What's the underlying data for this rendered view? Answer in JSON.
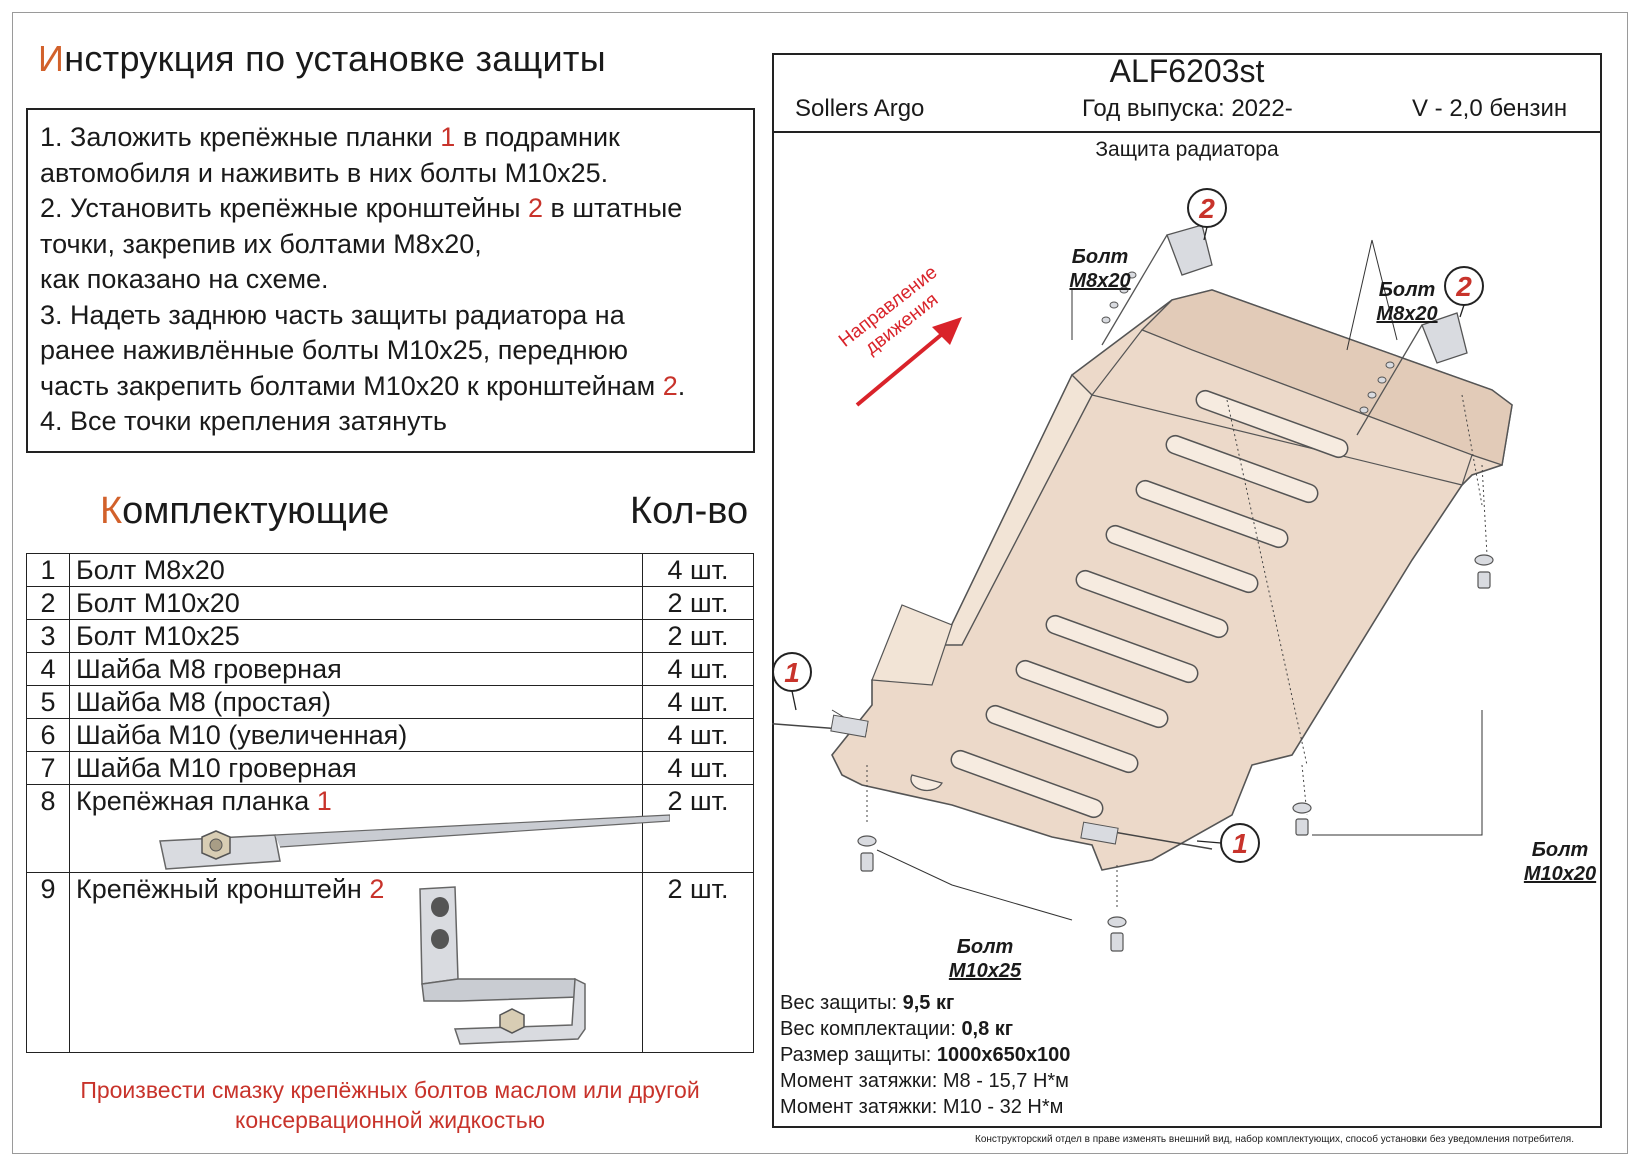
{
  "instructions": {
    "title_first": "И",
    "title_rest": "нструкция по установке защиты",
    "steps": [
      {
        "parts": [
          "1. Заложить крепёжные планки ",
          "1",
          " в подрамник"
        ]
      },
      {
        "parts": [
          "автомобиля и наживить в них болты М10х25.",
          "",
          ""
        ]
      },
      {
        "parts": [
          "2. Установить крепёжные кронштейны ",
          "2",
          " в штатные"
        ]
      },
      {
        "parts": [
          "точки, закрепив их болтами М8х20,",
          "",
          ""
        ]
      },
      {
        "parts": [
          "как показано на схеме.",
          "",
          ""
        ]
      },
      {
        "parts": [
          "3. Надеть заднюю часть защиты радиатора на",
          "",
          ""
        ]
      },
      {
        "parts": [
          "ранее наживлённые болты М10х25, переднюю",
          "",
          ""
        ]
      },
      {
        "parts": [
          "часть закрепить болтами М10х20 к кронштейнам ",
          "2",
          "."
        ]
      },
      {
        "parts": [
          "4. Все точки крепления затянуть",
          "",
          ""
        ]
      }
    ]
  },
  "kit": {
    "title_first": "К",
    "title_rest": "омплектующие",
    "qty_header": "Кол-во",
    "items": [
      {
        "n": "1",
        "name": "Болт М8х20",
        "ref": "",
        "qty": "4 шт."
      },
      {
        "n": "2",
        "name": "Болт М10х20",
        "ref": "",
        "qty": "2 шт."
      },
      {
        "n": "3",
        "name": "Болт М10х25",
        "ref": "",
        "qty": "2 шт."
      },
      {
        "n": "4",
        "name": "Шайба М8 гроверная",
        "ref": "",
        "qty": "4 шт."
      },
      {
        "n": "5",
        "name": "Шайба М8 (простая)",
        "ref": "",
        "qty": "4 шт."
      },
      {
        "n": "6",
        "name": "Шайба М10 (увеличенная)",
        "ref": "",
        "qty": "4 шт."
      },
      {
        "n": "7",
        "name": "Шайба М10 гроверная",
        "ref": "",
        "qty": "4 шт."
      },
      {
        "n": "8",
        "name": "Крепёжная планка ",
        "ref": "1",
        "qty": "2 шт."
      },
      {
        "n": "9",
        "name": "Крепёжный кронштейн ",
        "ref": "2",
        "qty": "2 шт."
      }
    ],
    "note_line1": "Произвести смазку крепёжных болтов маслом или другой",
    "note_line2": "консервационной жидкостью"
  },
  "product": {
    "code": "ALF6203st",
    "car": "Sollers Argo",
    "year": "Год выпуска: 2022-",
    "engine": "V - 2,0 бензин",
    "subtitle": "Защита радиатора"
  },
  "diagram": {
    "direction_line1": "Направление",
    "direction_line2": "движения",
    "callout_1": "1",
    "callout_2": "2",
    "bolt_word": "Болт",
    "m8x20": "М8х20",
    "m10x20": "М10х20",
    "m10x25": "М10х25"
  },
  "specs": {
    "weight_label": "Вес защиты: ",
    "weight_value": "9,5 кг",
    "kit_weight_label": "Вес комплектации: ",
    "kit_weight_value": "0,8 кг",
    "size_label": "Размер защиты: ",
    "size_value": "1000х650х100",
    "torque_m8": "Момент затяжки: М8 - 15,7 Н*м",
    "torque_m10": "Момент затяжки: М10 - 32 Н*м"
  },
  "disclaimer": "Конструкторский отдел в праве изменять внешний вид, набор комплектующих, способ установки без уведомления потребителя.",
  "colors": {
    "accent_red": "#c8332b",
    "title_orange": "#d2612b",
    "plate_fill": "#ecd9c9",
    "plate_stroke": "#555555"
  }
}
